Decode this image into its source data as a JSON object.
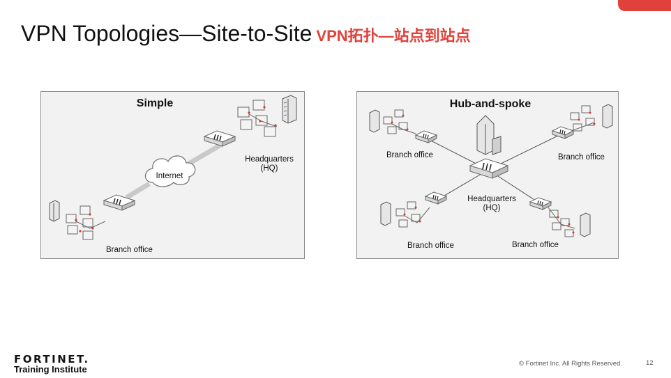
{
  "slide": {
    "title_en": "VPN Topologies—Site-to-Site",
    "title_cn": "VPN拓扑—站点到站点",
    "accent_color": "#e0413a"
  },
  "simple_diagram": {
    "title": "Simple",
    "cloud_label": "Internet",
    "hq_label_line1": "Headquarters",
    "hq_label_line2": "(HQ)",
    "branch_label": "Branch office"
  },
  "hub_diagram": {
    "title": "Hub-and-spoke",
    "hub_label_line1": "Headquarters",
    "hub_label_line2": "(HQ)",
    "branch_labels": [
      "Branch office",
      "Branch office",
      "Branch office",
      "Branch office"
    ]
  },
  "footer": {
    "logo_text": "FORTINET.",
    "logo_subtitle": "Training Institute",
    "copyright": "© Fortinet Inc. All Rights Reserved.",
    "page_number": "12"
  }
}
